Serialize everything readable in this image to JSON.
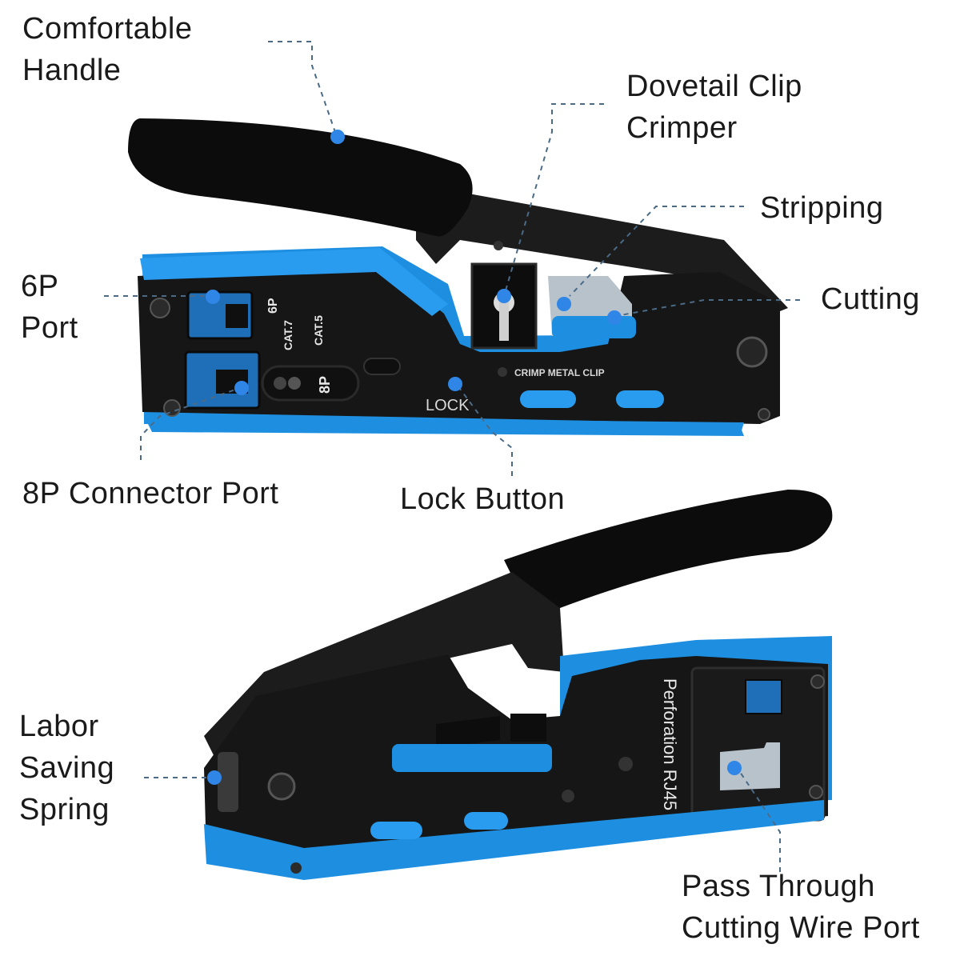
{
  "labels": {
    "comfortable_handle": [
      "Comfortable",
      "Handle"
    ],
    "dovetail_clip_crimper": [
      "Dovetail Clip",
      "Crimper"
    ],
    "stripping": [
      "Stripping"
    ],
    "cutting": [
      "Cutting"
    ],
    "six_p_port": [
      "6P",
      "Port"
    ],
    "eight_p_connector_port": [
      "8P Connector Port"
    ],
    "lock_button": [
      "Lock Button"
    ],
    "labor_saving_spring": [
      "Labor",
      "Saving",
      "Spring"
    ],
    "pass_through_cutting_wire_port": [
      "Pass Through",
      "Cutting Wire Port"
    ]
  },
  "tool_print": {
    "six_p": "6P",
    "cat7": "CAT.7",
    "cat5": "CAT.5",
    "eight_p": "8P",
    "crimp_metal_clip": "CRIMP METAL CLIP",
    "lock": "LOCK",
    "perforation_rj45": "Perforation RJ45"
  },
  "colors": {
    "accent_blue": "#1e8fe0",
    "body_black": "#141414",
    "grip_black": "#0d0d0d",
    "leader_dot": "#2f86e6",
    "leader_line": "#4a6a86"
  }
}
